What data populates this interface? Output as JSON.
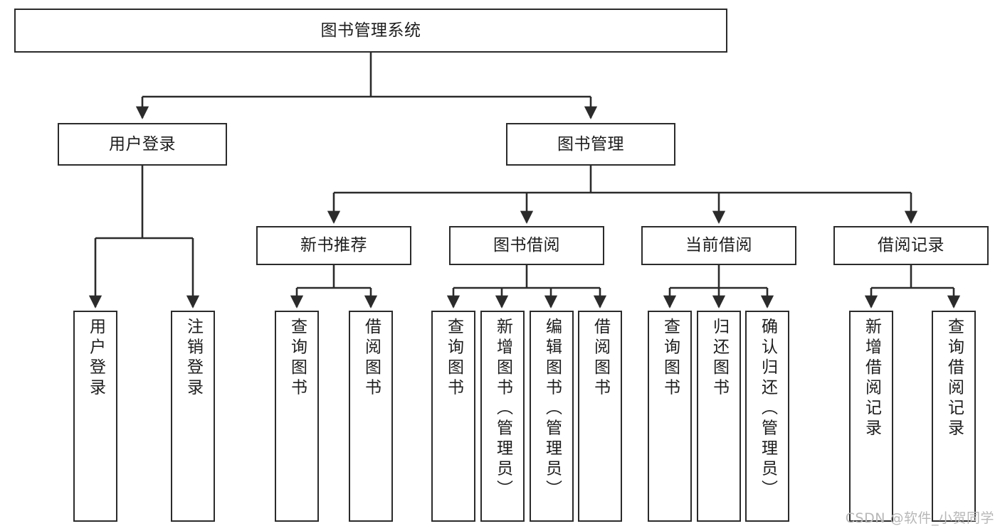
{
  "diagram": {
    "title": "图书管理系统",
    "watermark": "CSDN @软件_小贺同学",
    "colors": {
      "stroke": "#2b2b2b",
      "box_fill": "#ffffff",
      "text": "#1d1d1d",
      "watermark": "#b7b7b7",
      "background": "#ffffff"
    },
    "nodes": {
      "root": {
        "label": "图书管理系统"
      },
      "level1": [
        {
          "label": "用户登录"
        },
        {
          "label": "图书管理"
        }
      ],
      "level2": [
        {
          "label": "新书推荐"
        },
        {
          "label": "图书借阅"
        },
        {
          "label": "当前借阅"
        },
        {
          "label": "借阅记录"
        }
      ],
      "leaves": {
        "user_login": [
          {
            "label": "用户登录"
          },
          {
            "label": "注销登录"
          }
        ],
        "new_book": [
          {
            "label": "查询图书"
          },
          {
            "label": "借阅图书"
          }
        ],
        "book_borrow": [
          {
            "label": "查询图书"
          },
          {
            "label": "新增图书（管理员）"
          },
          {
            "label": "编辑图书（管理员）"
          },
          {
            "label": "借阅图书"
          }
        ],
        "current_borrow": [
          {
            "label": "查询图书"
          },
          {
            "label": "归还图书"
          },
          {
            "label": "确认归还（管理员）"
          }
        ],
        "borrow_record": [
          {
            "label": "新增借阅记录"
          },
          {
            "label": "查询借阅记录"
          }
        ]
      }
    }
  }
}
